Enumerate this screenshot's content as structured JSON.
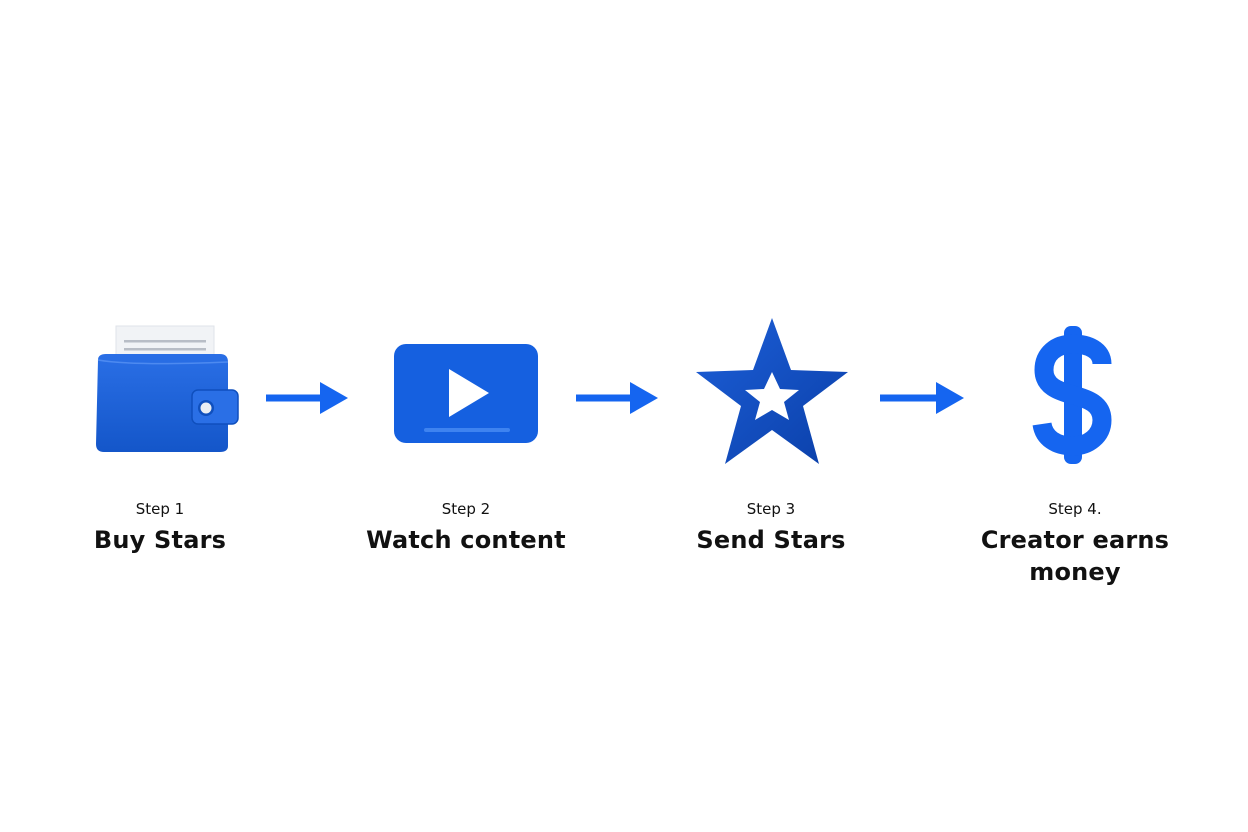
{
  "colors": {
    "primary_blue": "#1560e0",
    "dark_blue": "#0a45b8",
    "arrow_blue": "#1565f0",
    "text": "#111111"
  },
  "steps": [
    {
      "number": "Step 1",
      "title": "Buy Stars",
      "icon": "wallet-icon"
    },
    {
      "number": "Step 2",
      "title": "Watch content",
      "icon": "play-video-icon"
    },
    {
      "number": "Step 3",
      "title": "Send Stars",
      "icon": "star-icon"
    },
    {
      "number": "Step 4.",
      "title": "Creator earns money",
      "icon": "dollar-sign-icon"
    }
  ]
}
